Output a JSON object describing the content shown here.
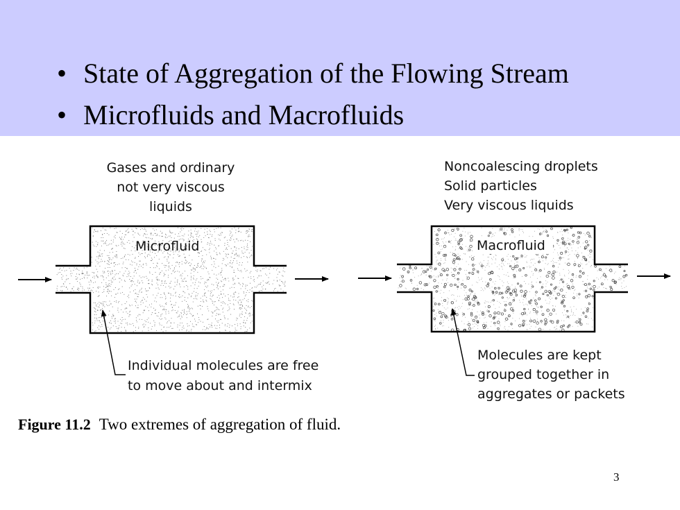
{
  "slide": {
    "bullets": [
      "State of Aggregation of the Flowing Stream",
      "Microfluids and Macrofluids"
    ],
    "page_number": "3"
  },
  "figure": {
    "micro": {
      "top_label": [
        "Gases and ordinary",
        "not very viscous",
        "liquids"
      ],
      "box_label": "Microfluid",
      "bottom_label": [
        "Individual molecules are free",
        "to move about and intermix"
      ]
    },
    "macro": {
      "top_label": [
        "Noncoalescing droplets",
        "Solid particles",
        "Very viscous liquids"
      ],
      "box_label": "Macrofluid",
      "bottom_label": [
        "Molecules are kept",
        "grouped together in",
        "aggregates or packets"
      ]
    },
    "caption_bold": "Figure 11.2",
    "caption_text": "Two extremes of aggregation of fluid."
  }
}
